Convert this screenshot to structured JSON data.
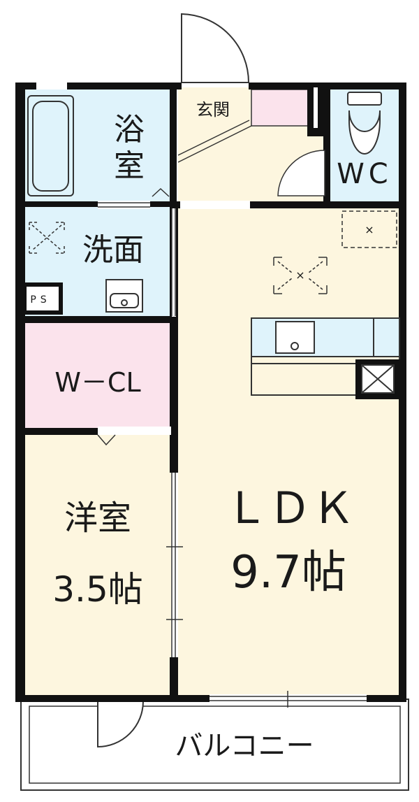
{
  "rooms": {
    "bath": {
      "line1": "浴",
      "line2": "室"
    },
    "entrance": {
      "label": "玄関"
    },
    "wc": {
      "label": "WC"
    },
    "washroom": {
      "label": "洗面"
    },
    "ps": {
      "label": "PS"
    },
    "wcl": {
      "label": "W－CL"
    },
    "western_room": {
      "name": "洋室",
      "size": "3.5帖"
    },
    "ldk": {
      "name": "ＬＤＫ",
      "size": "9.7帖"
    },
    "balcony": {
      "label": "バルコニー"
    }
  },
  "colors": {
    "wall": "#111111",
    "wet_area": "#dff3fb",
    "floor": "#fdf6df",
    "closet": "#fbe3ec",
    "background": "#ffffff"
  }
}
